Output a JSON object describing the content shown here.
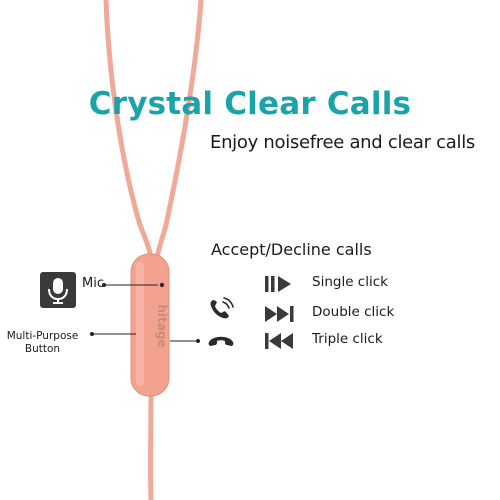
{
  "headline": {
    "title": "Crystal Clear Calls",
    "subtitle": "Enjoy noisefree and clear calls",
    "accent_color": "#1aa3a8"
  },
  "earphone": {
    "cable_color": "#f0a898",
    "brand_text": "hitage"
  },
  "labels": {
    "mic": "Mic",
    "multi_purpose": "Multi-Purpose Button"
  },
  "controls": {
    "heading": "Accept/Decline calls",
    "items": [
      {
        "icon": "play-pause-icon",
        "label": "Single click"
      },
      {
        "icon": "fast-forward-icon",
        "label": "Double click"
      },
      {
        "icon": "rewind-icon",
        "label": "Triple click"
      }
    ],
    "call_icons": [
      "phone-ringing-icon",
      "phone-hangup-icon"
    ]
  }
}
